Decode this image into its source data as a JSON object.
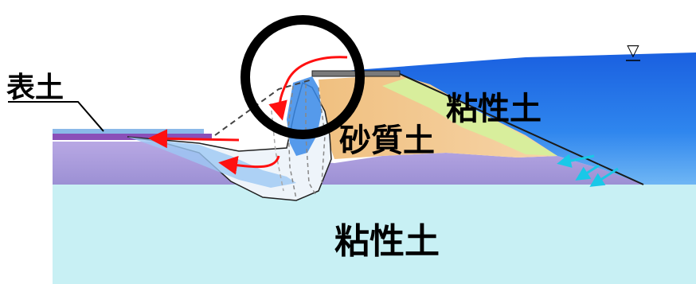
{
  "labels": {
    "surface_soil": "表土",
    "clay_upper": "粘性土",
    "sandy_soil": "砂質土",
    "clay_lower": "粘性土",
    "water_level_symbol": "▽"
  },
  "icons": {
    "highlight_circle": "circle-highlight-icon",
    "flow_arrow": "arrow-icon",
    "seepage_arrow": "arrow-icon"
  },
  "colors": {
    "water_deep": "#1466e6",
    "water_light": "#5ea2f0",
    "water_surface": "#8fd0f0",
    "foundation_light": "#c8f0f4",
    "purple_layer": "#a89ad8",
    "sand": "#f2c890",
    "clay_green": "#d8ee9c",
    "flow_arrow": "#ff1010",
    "seepage_arrow": "#19c8e8",
    "highlight_ring": "#000000"
  }
}
